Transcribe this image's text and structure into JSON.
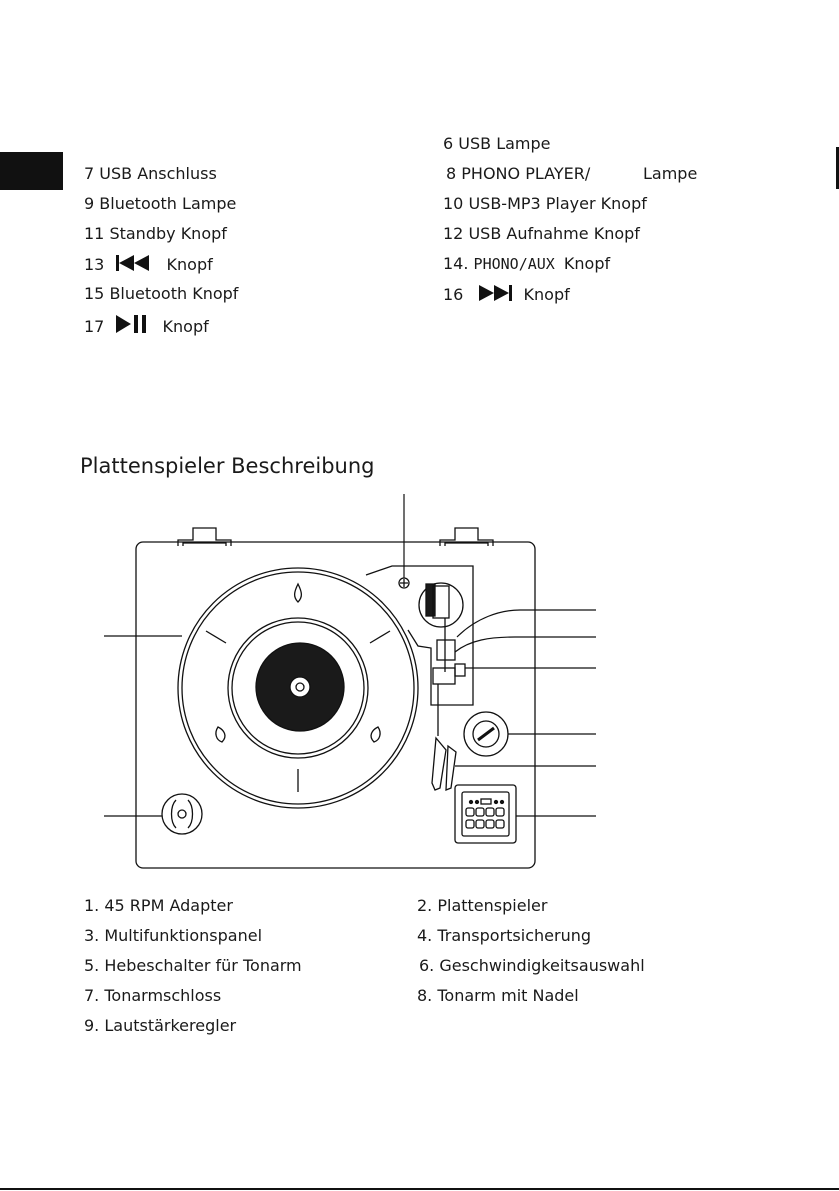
{
  "legend_top": [
    {
      "id": "6",
      "text": "6 USB Lampe"
    },
    {
      "id": "7",
      "text": "7 USB Anschluss"
    },
    {
      "id": "8a",
      "text": "8 PHONO PLAYER/"
    },
    {
      "id": "8b",
      "text": "Lampe"
    },
    {
      "id": "9",
      "text": "9 Bluetooth Lampe"
    },
    {
      "id": "10",
      "text": "10 USB-MP3 Player Knopf"
    },
    {
      "id": "11",
      "text": "11 Standby Knopf"
    },
    {
      "id": "12",
      "text": "12 USB Aufnahme Knopf"
    },
    {
      "id": "13n",
      "text": "13"
    },
    {
      "id": "13k",
      "text": "Knopf"
    },
    {
      "id": "14a",
      "text": "14."
    },
    {
      "id": "14b",
      "text": "PHONO/AUX"
    },
    {
      "id": "14k",
      "text": "Knopf"
    },
    {
      "id": "15",
      "text": "15 Bluetooth Knopf"
    },
    {
      "id": "16n",
      "text": "16"
    },
    {
      "id": "16k",
      "text": "Knopf"
    },
    {
      "id": "17n",
      "text": "17"
    },
    {
      "id": "17k",
      "text": "Knopf"
    }
  ],
  "section_title": "Plattenspieler Beschreibung",
  "parts": [
    "1. 45 RPM Adapter",
    "2. Plattenspieler",
    "3. Multifunktionspanel",
    "4. Transportsicherung",
    "5. Hebeschalter für Tonarm",
    "6. Geschwindigkeitsauswahl",
    "7. Tonarmschloss",
    "8. Tonarm mit Nadel",
    "9. Lautstärkeregler"
  ],
  "icons": {
    "prev": "previous-track-icon",
    "next": "next-track-icon",
    "playpause": "play-pause-icon"
  }
}
